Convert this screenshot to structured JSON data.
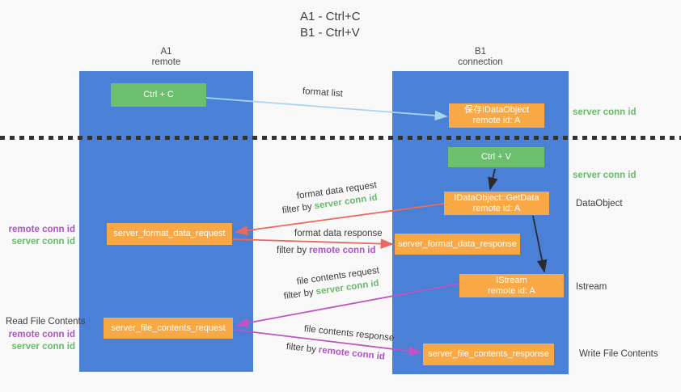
{
  "title": {
    "line1": "A1 - Ctrl+C",
    "line2": "B1 - Ctrl+V"
  },
  "lanes": {
    "a1": {
      "name": "A1",
      "role": "remote"
    },
    "b1": {
      "name": "B1",
      "role": "connection"
    }
  },
  "nodes": {
    "ctrl_c": {
      "label": "Ctrl + C"
    },
    "save_dataobject": {
      "line1": "保存IDataObject",
      "line2": "remote id: A"
    },
    "ctrl_v": {
      "label": "Ctrl + V"
    },
    "getdata": {
      "line1": "IDataObject::GetData",
      "line2": "remote id: A"
    },
    "format_request": {
      "label": "server_format_data_request"
    },
    "format_response": {
      "label": "server_format_data_response"
    },
    "istream": {
      "line1": "IStream",
      "line2": "remote id: A"
    },
    "file_request": {
      "label": "server_file_contents_request"
    },
    "file_response": {
      "label": "server_file_contents_response"
    }
  },
  "flow_labels": {
    "format_list": "format list",
    "format_data_request": "format data request",
    "format_data_response": "format data response",
    "file_contents_request": "file contents request",
    "file_contents_response": "file contents response",
    "filter_by": "filter by",
    "server_conn_id": "server conn id",
    "remote_conn_id": "remote conn id"
  },
  "side_labels": {
    "right_server_conn_top": "server conn id",
    "right_server_conn_mid": "server conn id",
    "dataobject": "DataObject",
    "istream": "Istream",
    "write_file_contents": "Write File Contents",
    "left_remote_conn_1": "remote conn id",
    "left_server_conn_1": "server conn id",
    "read_file_contents": "Read File Contents",
    "left_remote_conn_2": "remote conn id",
    "left_server_conn_2": "server conn id"
  },
  "colors": {
    "lane_blue": "#4a81d6",
    "key_green": "#6cbf6c",
    "node_orange": "#f8a844",
    "green_text": "#68ba6c",
    "purple_text": "#b152c9",
    "red_arrow": "#e8695f",
    "magenta_arrow": "#bf55c3",
    "blue_arrow": "#a9d4f1",
    "black_arrow": "#2b2b2b",
    "divider": "#333333"
  }
}
